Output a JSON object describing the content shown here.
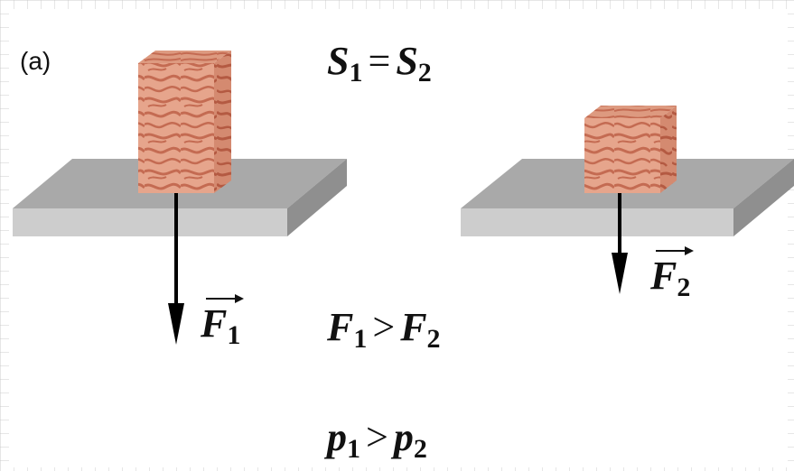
{
  "panel_label": "(a)",
  "equations": {
    "area": {
      "lhs": "S",
      "lhs_sub": "1",
      "op": "=",
      "rhs": "S",
      "rhs_sub": "2"
    },
    "force": {
      "lhs": "F",
      "lhs_sub": "1",
      "op": ">",
      "rhs": "F",
      "rhs_sub": "2"
    },
    "pressure": {
      "lhs": "p",
      "lhs_sub": "1",
      "op": ">",
      "rhs": "p",
      "rhs_sub": "2"
    }
  },
  "vectors": {
    "f1": {
      "symbol": "F",
      "sub": "1"
    },
    "f2": {
      "symbol": "F",
      "sub": "2"
    }
  },
  "colors": {
    "wood_light": "#e6a58c",
    "wood_grain": "#c46b52",
    "slab_top": "#a9a9a9",
    "slab_front": "#cdcdcd",
    "slab_side": "#8f8f8f"
  }
}
